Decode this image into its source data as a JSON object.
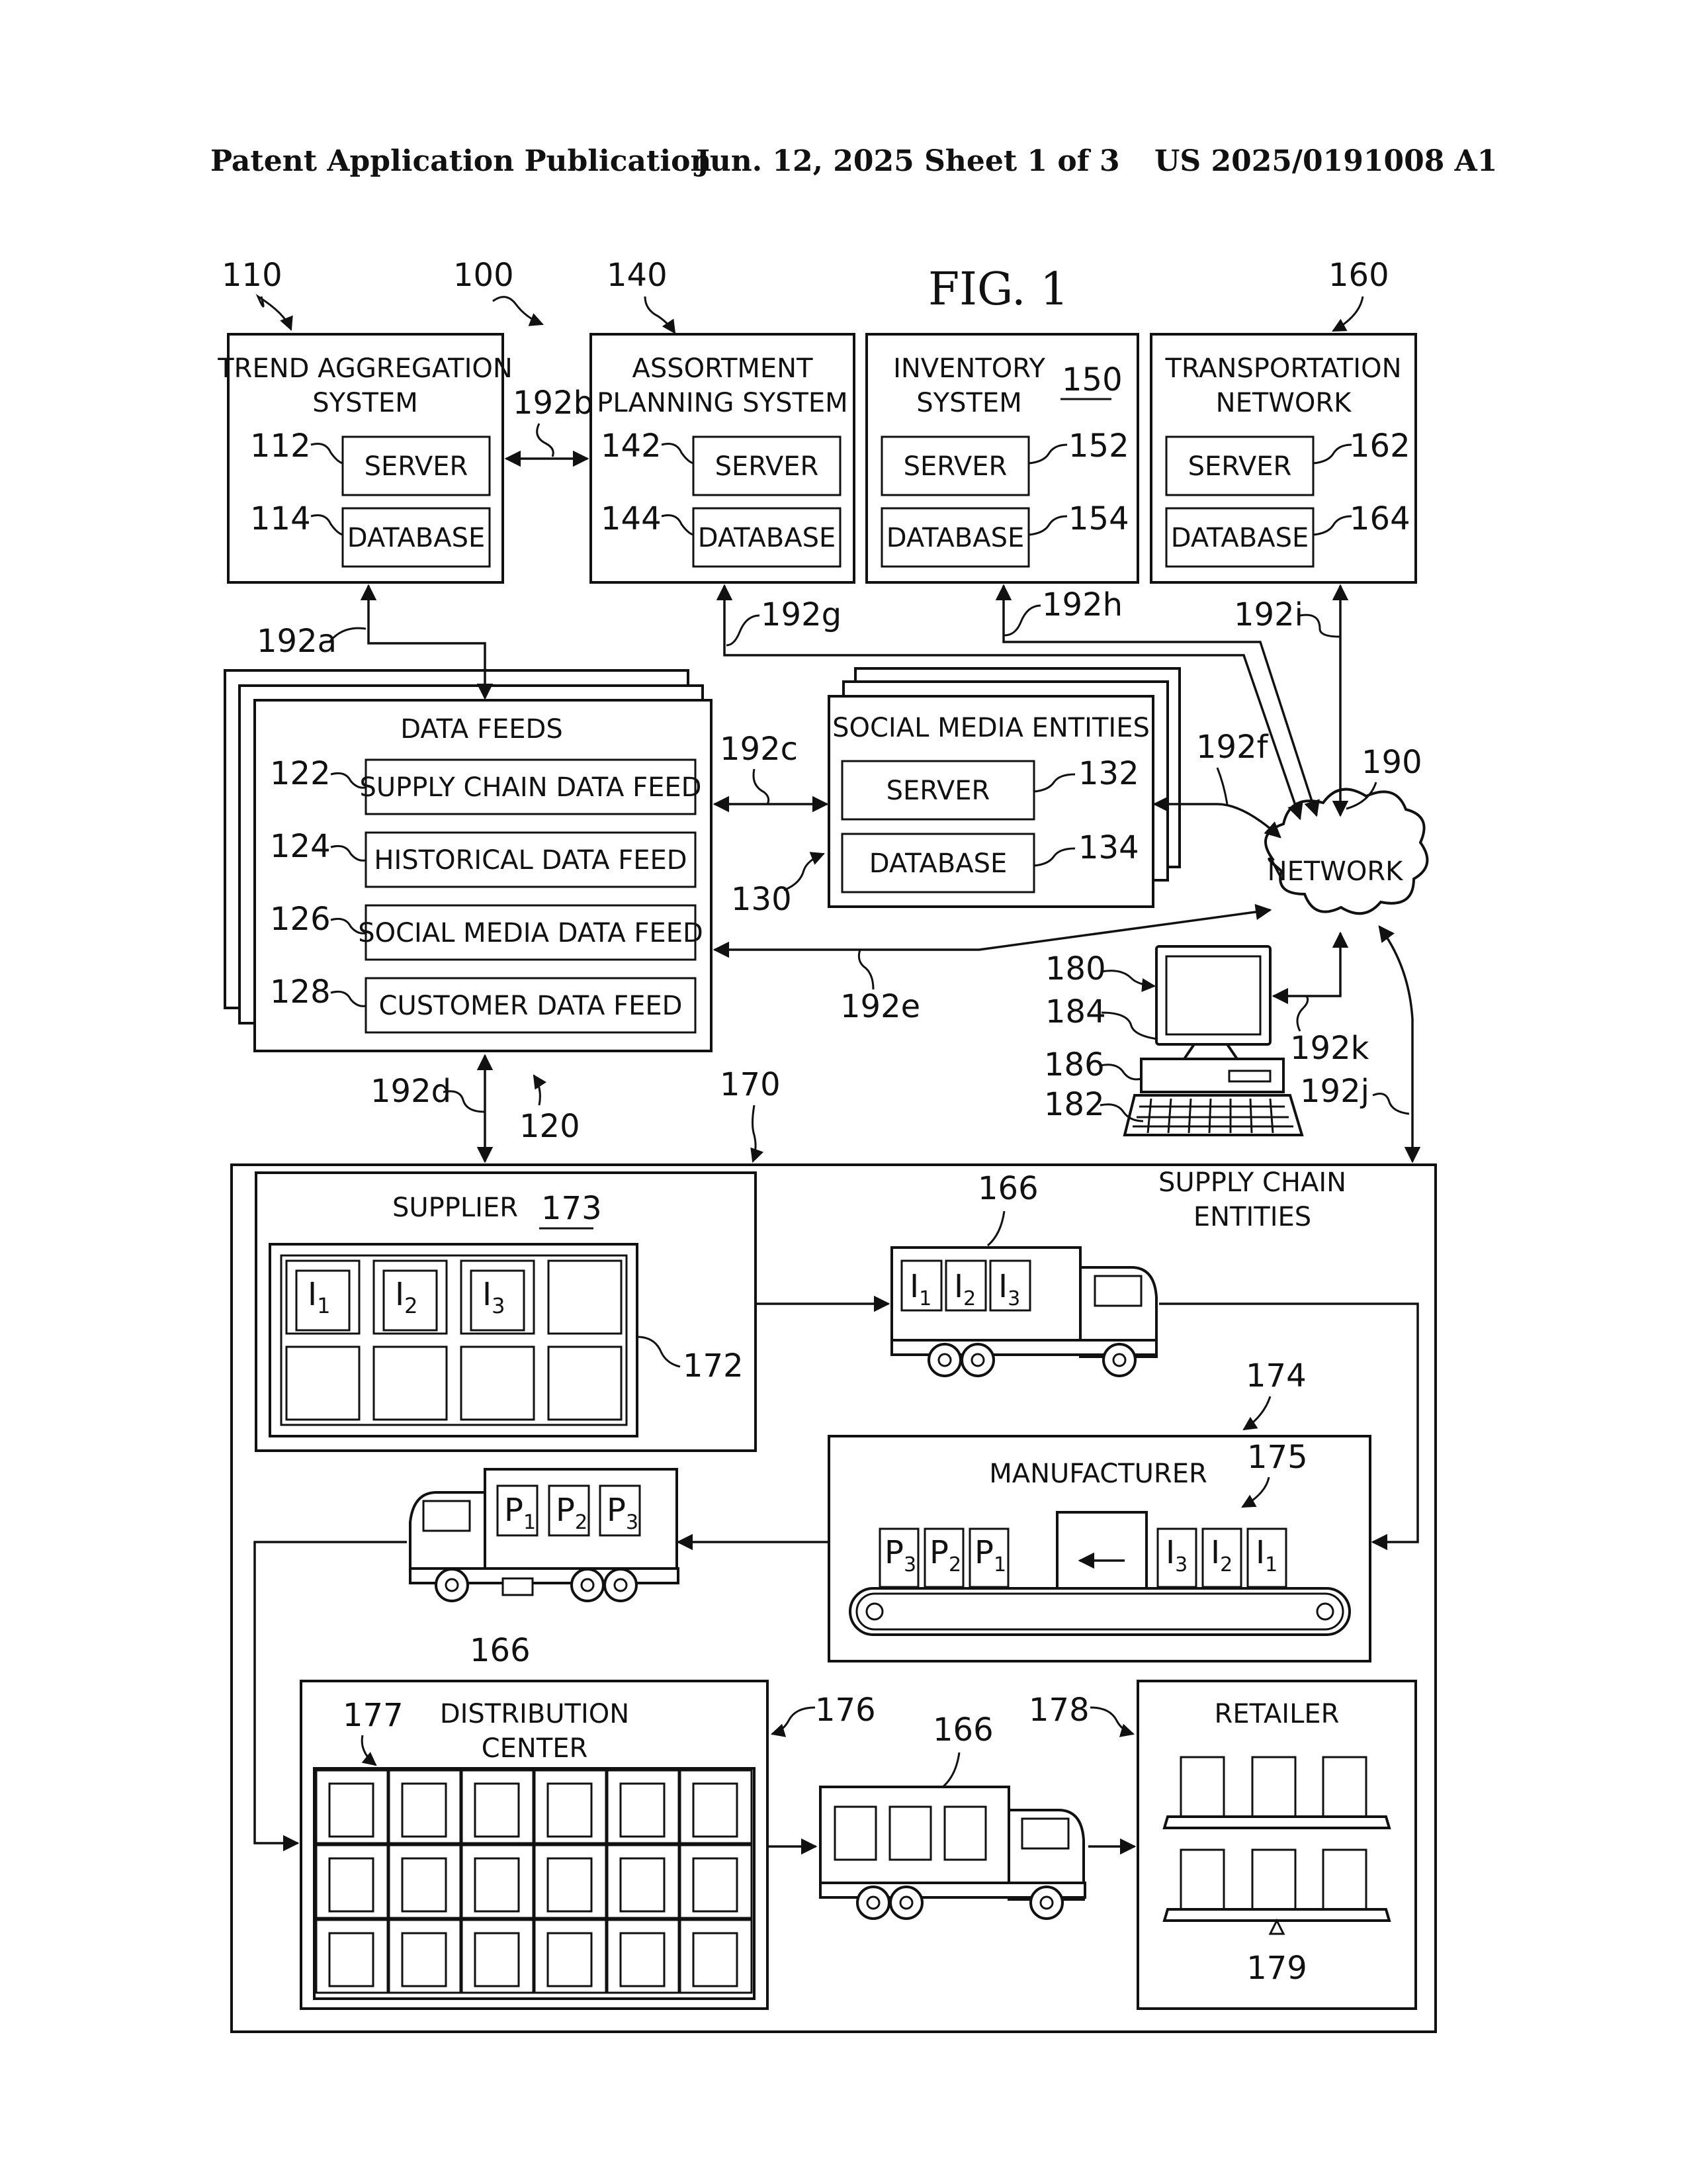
{
  "header": {
    "publication": "Patent Application Publication",
    "date_sheet": "Jun. 12, 2025  Sheet 1 of 3",
    "number": "US 2025/0191008 A1"
  },
  "figure": {
    "title": "FIG. 1"
  },
  "systems": {
    "trend": {
      "title_line1": "TREND AGGREGATION",
      "title_line2": "SYSTEM",
      "ref": "110",
      "server_ref": "112",
      "database_ref": "114"
    },
    "system_ref": "100",
    "assortment": {
      "title_line1": "ASSORTMENT",
      "title_line2": "PLANNING SYSTEM",
      "ref": "140",
      "server_ref": "142",
      "database_ref": "144"
    },
    "inventory": {
      "title_line1": "INVENTORY",
      "title_line2": "SYSTEM",
      "ref": "150",
      "server_ref": "152",
      "database_ref": "154"
    },
    "transport": {
      "title_line1": "TRANSPORTATION",
      "title_line2": "NETWORK",
      "ref": "160",
      "server_ref": "162",
      "database_ref": "164"
    }
  },
  "labels": {
    "server": "SERVER",
    "database": "DATABASE",
    "network": "NETWORK"
  },
  "data_feeds": {
    "title": "DATA FEEDS",
    "ref": "120",
    "feeds": [
      {
        "ref": "122",
        "label": "SUPPLY CHAIN DATA FEED"
      },
      {
        "ref": "124",
        "label": "HISTORICAL DATA FEED"
      },
      {
        "ref": "126",
        "label": "SOCIAL MEDIA DATA FEED"
      },
      {
        "ref": "128",
        "label": "CUSTOMER DATA FEED"
      }
    ]
  },
  "social": {
    "title": "SOCIAL MEDIA ENTITIES",
    "ref": "130",
    "server_ref": "132",
    "database_ref": "134"
  },
  "network_ref": "190",
  "computer": {
    "ref": "180",
    "monitor_ref": "184",
    "keyboard_ref": "182",
    "tower_ref": "186"
  },
  "links": {
    "a": "192a",
    "b": "192b",
    "c": "192c",
    "d": "192d",
    "e": "192e",
    "f": "192f",
    "g": "192g",
    "h": "192h",
    "i": "192i",
    "j": "192j",
    "k": "192k"
  },
  "supply_chain": {
    "title_line1": "SUPPLY CHAIN",
    "title_line2": "ENTITIES",
    "ref": "170",
    "supplier": {
      "title": "SUPPLIER",
      "ref": "173",
      "shelf_ref": "172"
    },
    "truck_ref": "166",
    "manufacturer": {
      "title": "MANUFACTURER",
      "ref": "174",
      "conveyor_ref": "175"
    },
    "distribution": {
      "title_line1": "DISTRIBUTION",
      "title_line2": "CENTER",
      "ref": "176",
      "rack_ref": "177"
    },
    "retailer": {
      "title": "RETAILER",
      "ref": "178",
      "shelf_ref": "179"
    }
  },
  "items": {
    "i1": "I",
    "i2": "I",
    "i3": "I",
    "sub1": "1",
    "sub2": "2",
    "sub3": "3",
    "p": "P"
  }
}
